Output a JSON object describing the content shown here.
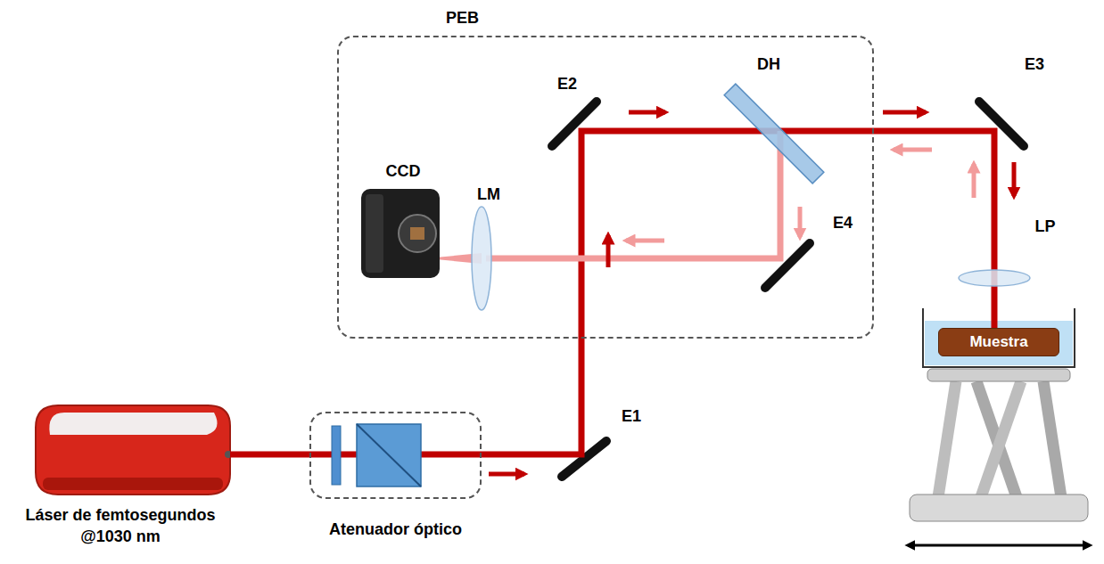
{
  "diagram": {
    "nodes": [
      {
        "text": [
          "PEB"
        ]
      },
      {
        "text": [
          "Atenuador óptico"
        ]
      },
      {
        "text": [
          "Muestra"
        ]
      }
    ],
    "edges": [
      {
        "from": 1,
        "to": 0,
        "arrow": "none"
      },
      {
        "from": 0,
        "to": 2,
        "arrow": "none"
      }
    ],
    "labels": [
      "E2",
      "DH",
      "E3",
      "CCD",
      "LM",
      "E4",
      "LP",
      "Láser de femtosegundos @1030 nm",
      "E1"
    ]
  }
}
